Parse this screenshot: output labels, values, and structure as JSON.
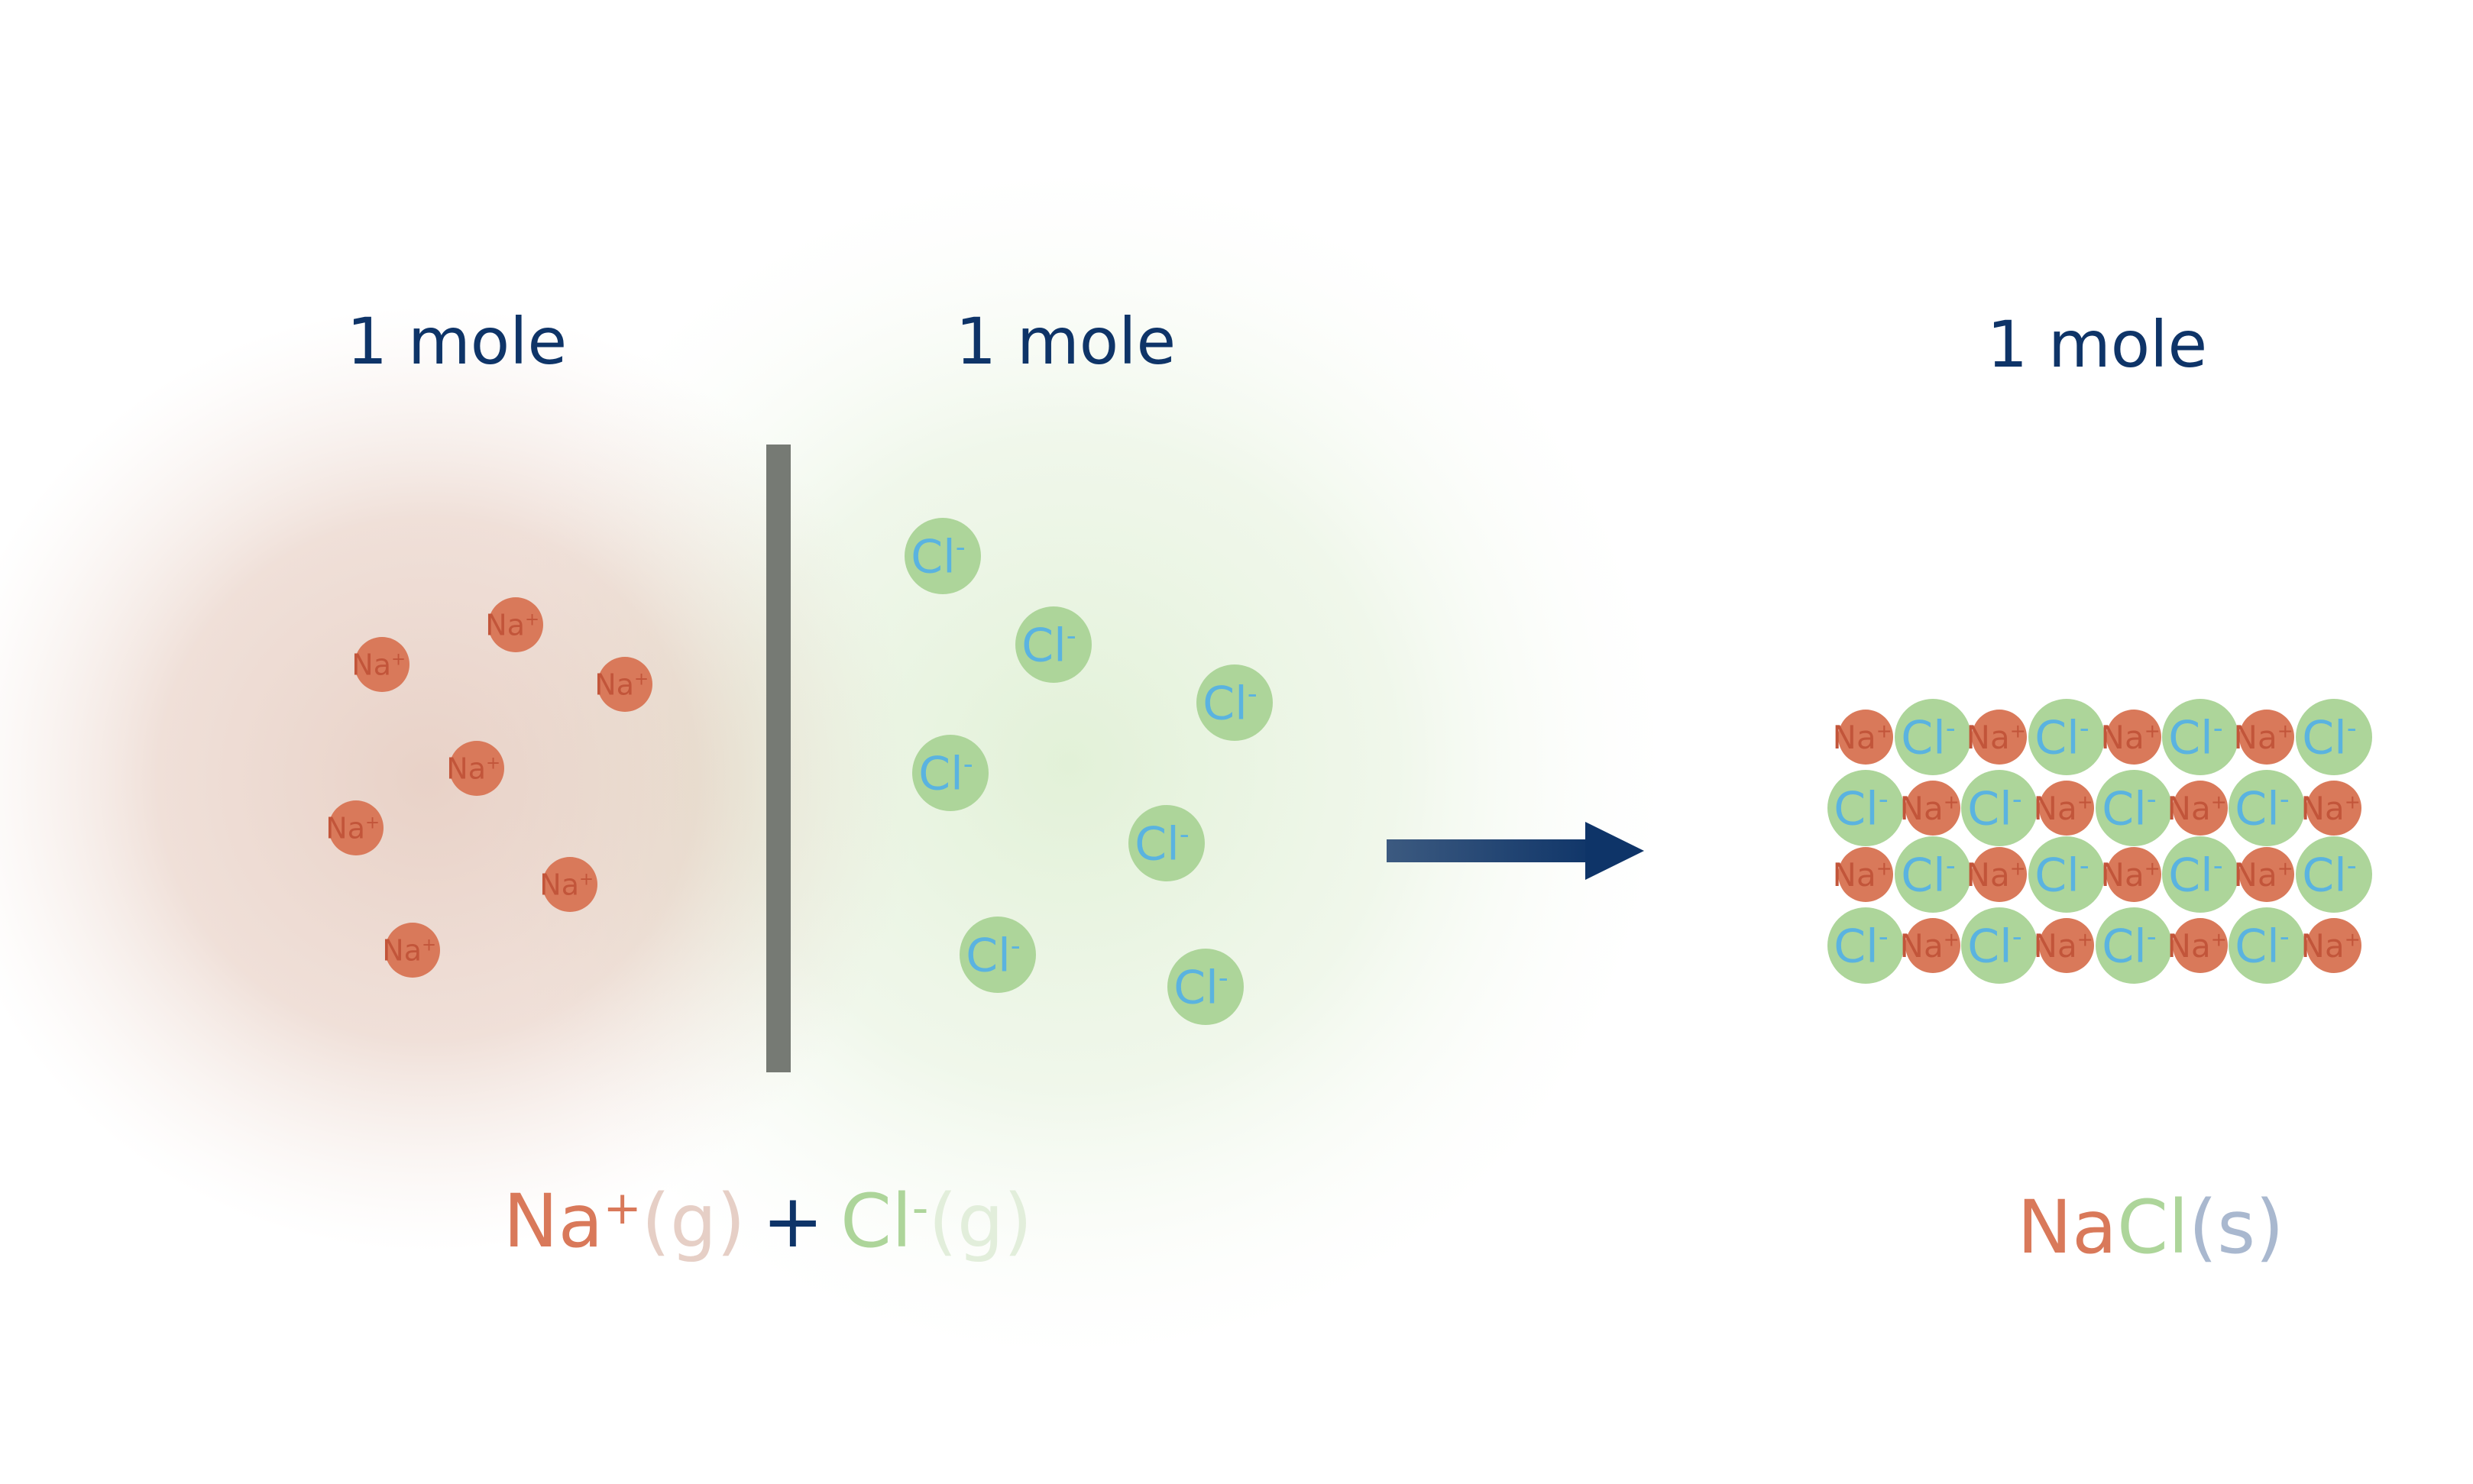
{
  "labels": {
    "na_group_amount": "1 mole",
    "cl_group_amount": "1 mole",
    "product_amount": "1 mole"
  },
  "ions": {
    "na": {
      "symbol": "Na",
      "charge": "+"
    },
    "cl": {
      "symbol": "Cl",
      "charge": "-"
    }
  },
  "reactants_equation": {
    "na_symbol": "Na",
    "na_charge": "+",
    "na_state": "(g)",
    "plus": "+",
    "cl_symbol": "Cl",
    "cl_charge": "-",
    "cl_state": "(g)"
  },
  "product_equation": {
    "na_part": "Na",
    "cl_part": "Cl",
    "state": "(s)"
  },
  "colors": {
    "na_fill": "#D9795A",
    "na_text": "#C2553A",
    "cl_fill": "#ADD59A",
    "cl_text": "#5AB3E0",
    "dark_blue": "#0E3468",
    "divider": "#767A74",
    "na_state_text": "#E6CFC6",
    "cl_state_text": "#E2EEDB",
    "solid_state_text": "#A9B8CF"
  }
}
